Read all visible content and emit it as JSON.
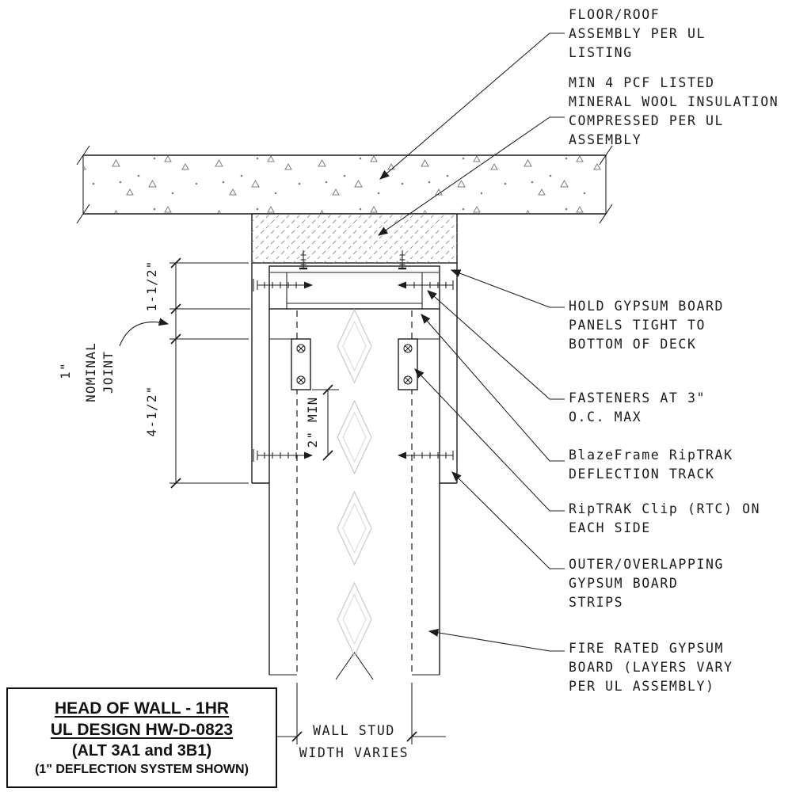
{
  "colors": {
    "ink": "#1c1c1c",
    "hatch_gray": "#8f8f8f",
    "knockout_gray": "#c9c9c9"
  },
  "annotations": {
    "floor_roof": [
      "FLOOR/ROOF",
      "ASSEMBLY PER UL",
      "LISTING"
    ],
    "mineral_wool": [
      "MIN 4 PCF LISTED",
      "MINERAL WOOL INSULATION",
      "COMPRESSED PER UL",
      "ASSEMBLY"
    ],
    "hold_gypsum": [
      "HOLD GYPSUM BOARD",
      "PANELS TIGHT TO",
      "BOTTOM OF DECK"
    ],
    "fasteners": [
      "FASTENERS AT 3\"",
      "O.C. MAX"
    ],
    "deflection_track": [
      "BlazeFrame RipTRAK",
      "DEFLECTION TRACK"
    ],
    "riptrak_clip": [
      "RipTRAK Clip (RTC) ON",
      "EACH SIDE"
    ],
    "outer_strips": [
      "OUTER/OVERLAPPING",
      "GYPSUM BOARD",
      "STRIPS"
    ],
    "fire_rated": [
      "FIRE RATED GYPSUM",
      "BOARD (LAYERS VARY",
      "PER UL ASSEMBLY)"
    ]
  },
  "dimensions": {
    "track_leg": "1-1/2\"",
    "joint": "1\"",
    "joint_label": [
      "NOMINAL",
      "JOINT"
    ],
    "strip_lap": "4-1/2\"",
    "min_overlap": "2\" MIN",
    "stud_width": [
      "WALL STUD",
      "WIDTH VARIES"
    ]
  },
  "title_block": {
    "line1": "HEAD OF WALL - 1HR",
    "line2": "UL DESIGN HW-D-0823",
    "line3": "(ALT 3A1 and 3B1)",
    "line4": "(1\" DEFLECTION SYSTEM SHOWN)"
  }
}
